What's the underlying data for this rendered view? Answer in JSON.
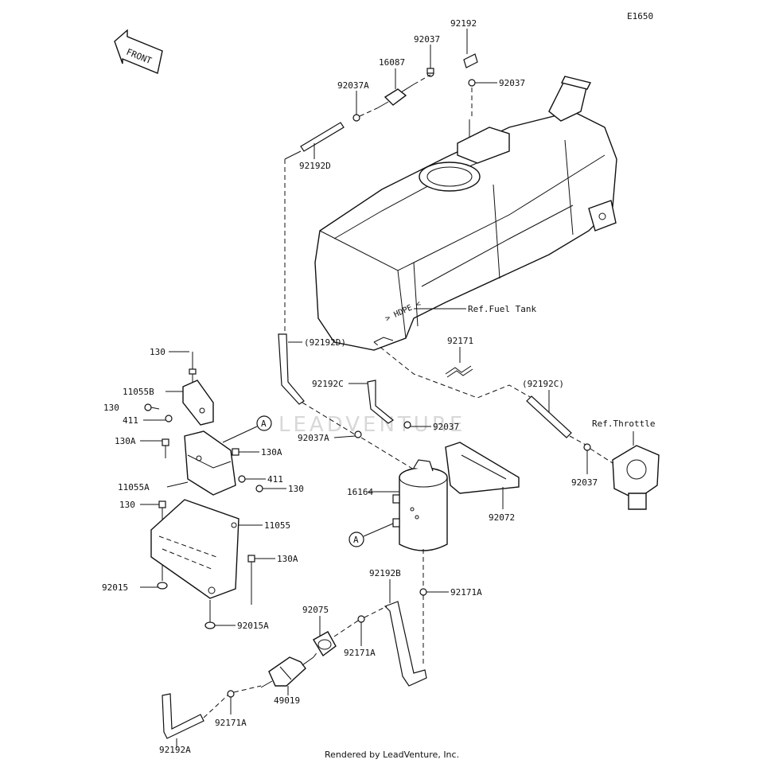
{
  "diagram_code": "E1650",
  "front_label": "FRONT",
  "footer": "Rendered by LeadVenture, Inc.",
  "watermark": "LEADVENTURE",
  "refs": {
    "fuel_tank": "Ref.Fuel Tank",
    "throttle": "Ref.Throttle"
  },
  "callouts": {
    "a1": "A",
    "a2": "A"
  },
  "parts": {
    "p92192": "92192",
    "p92037_top": "92037",
    "p16087": "16087",
    "p92037a_top": "92037A",
    "p92037_right": "92037",
    "p92192d": "92192D",
    "p92171": "92171",
    "p92192d_paren": "(92192D)",
    "p92192c": "92192C",
    "p92192c_paren": "(92192C)",
    "p92037_mid": "92037",
    "p92037a_mid": "92037A",
    "p92037_throttle": "92037",
    "p130_a": "130",
    "p11055b": "11055B",
    "p130_b": "130",
    "p411_a": "411",
    "p130a_a": "130A",
    "p130a_b": "130A",
    "p11055a": "11055A",
    "p411_b": "411",
    "p130_c": "130",
    "p130_d": "130",
    "p11055": "11055",
    "p130a_c": "130A",
    "p92015": "92015",
    "p92015a": "92015A",
    "p16164": "16164",
    "p92072": "92072",
    "p92192b": "92192B",
    "p92171a_a": "92171A",
    "p92075": "92075",
    "p92171a_b": "92171A",
    "p49019": "49019",
    "p92171a_c": "92171A",
    "p92192a": "92192A"
  }
}
